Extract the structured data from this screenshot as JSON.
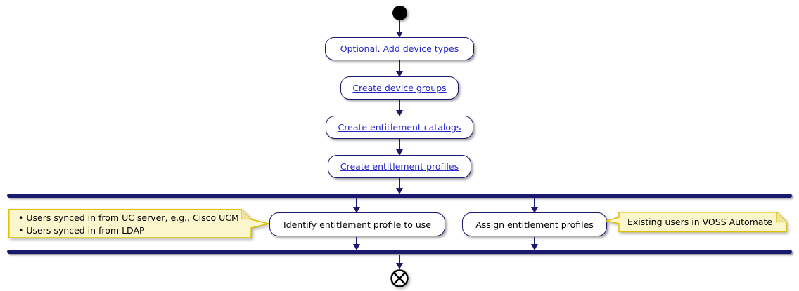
{
  "diagram": {
    "type": "activity-flowchart",
    "colors": {
      "node_border": "#191970",
      "bar": "#191970",
      "link": "#2424CC",
      "note_bg": "#FCF6CD",
      "note_border": "#E0C000",
      "text": "#000000"
    },
    "steps": [
      {
        "label": "Optional. Add device types",
        "link": true
      },
      {
        "label": "Create device groups",
        "link": true
      },
      {
        "label": "Create entitlement catalogs",
        "link": true
      },
      {
        "label": "Create entitlement profiles",
        "link": true
      }
    ],
    "parallel_steps": [
      {
        "label": "Identify entitlement profile to use"
      },
      {
        "label": "Assign entitlement profiles"
      }
    ],
    "notes": {
      "left": {
        "lines": [
          "Users synced in from UC server, e.g., Cisco UCM",
          "Users synced in from LDAP"
        ]
      },
      "right": {
        "text": "Existing users in VOSS Automate"
      }
    }
  }
}
